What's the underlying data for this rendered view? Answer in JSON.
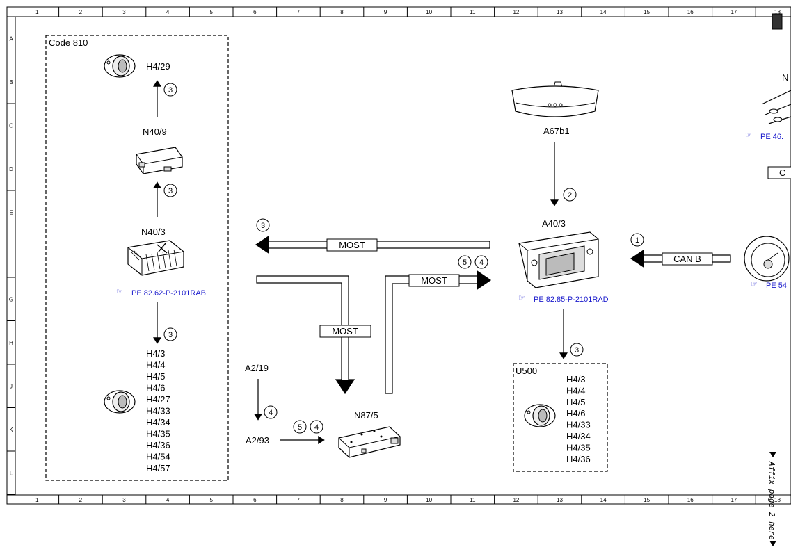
{
  "grid": {
    "columns": [
      "1",
      "2",
      "3",
      "4",
      "5",
      "6",
      "7",
      "8",
      "9",
      "10",
      "11",
      "12",
      "13",
      "14",
      "15",
      "16",
      "17",
      "18"
    ],
    "rows": [
      "A",
      "B",
      "C",
      "D",
      "E",
      "F",
      "G",
      "H",
      "J",
      "K",
      "L"
    ]
  },
  "code_box": {
    "title": "Code 810"
  },
  "components": {
    "h4_29": "H4/29",
    "n40_9": "N40/9",
    "n40_3": "N40/3",
    "a67b1": "A67b1",
    "a40_3": "A40/3",
    "a2_19": "A2/19",
    "a2_93": "A2/93",
    "n87_5": "N87/5"
  },
  "speakers_left": [
    "H4/3",
    "H4/4",
    "H4/5",
    "H4/6",
    "H4/27",
    "H4/33",
    "H4/34",
    "H4/35",
    "H4/36",
    "H4/54",
    "H4/57"
  ],
  "u500": {
    "title": "U500",
    "speakers": [
      "H4/3",
      "H4/4",
      "H4/5",
      "H4/6",
      "H4/33",
      "H4/34",
      "H4/35",
      "H4/36"
    ]
  },
  "refs": {
    "n40_3_ref": "PE 82.62-P-2101RAB",
    "a40_3_ref": "PE 82.85-P-2101RAD",
    "top_right_ref": "PE 46.",
    "right_ref": "PE 54"
  },
  "buses": {
    "most_top": "MOST",
    "most_mid": "MOST",
    "most_right": "MOST",
    "can_b": "CAN B"
  },
  "circled": {
    "c1": "3",
    "c2": "3",
    "c3": "3",
    "c4": "3",
    "c5": "2",
    "c6": "1",
    "c7": "5",
    "c8": "4",
    "c9": "3",
    "c10": "4",
    "c11": "5",
    "c12": "4"
  },
  "right_edge": {
    "top_label": "N",
    "box_label": "C"
  },
  "side_note": "Affix page 2 here"
}
